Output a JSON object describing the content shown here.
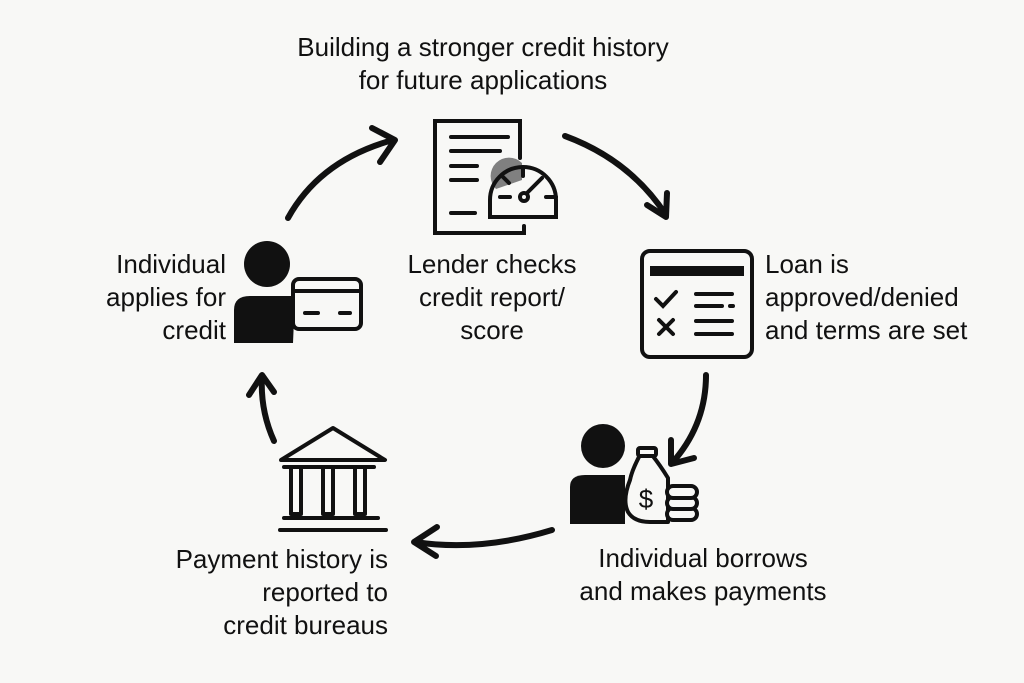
{
  "diagram": {
    "type": "cycle",
    "title_lines": [
      "Building a stronger credit history",
      "for future applications"
    ],
    "steps": [
      {
        "icon": "credit-report-gauge-icon",
        "lines": [
          "Lender checks",
          "credit report/",
          "score"
        ]
      },
      {
        "icon": "checklist-icon",
        "lines": [
          "Loan is",
          "approved/denied",
          "and terms are set"
        ]
      },
      {
        "icon": "person-money-bag-icon",
        "lines": [
          "Individual borrows",
          "and makes payments"
        ]
      },
      {
        "icon": "bank-icon",
        "lines": [
          "Payment history is",
          "reported to",
          "credit bureaus"
        ]
      },
      {
        "icon": "person-credit-card-icon",
        "lines": [
          "Individual",
          "applies for",
          "credit"
        ]
      }
    ],
    "colors": {
      "ink": "#111111",
      "background": "#f8f8f6",
      "gauge_fill": "#808080"
    }
  }
}
